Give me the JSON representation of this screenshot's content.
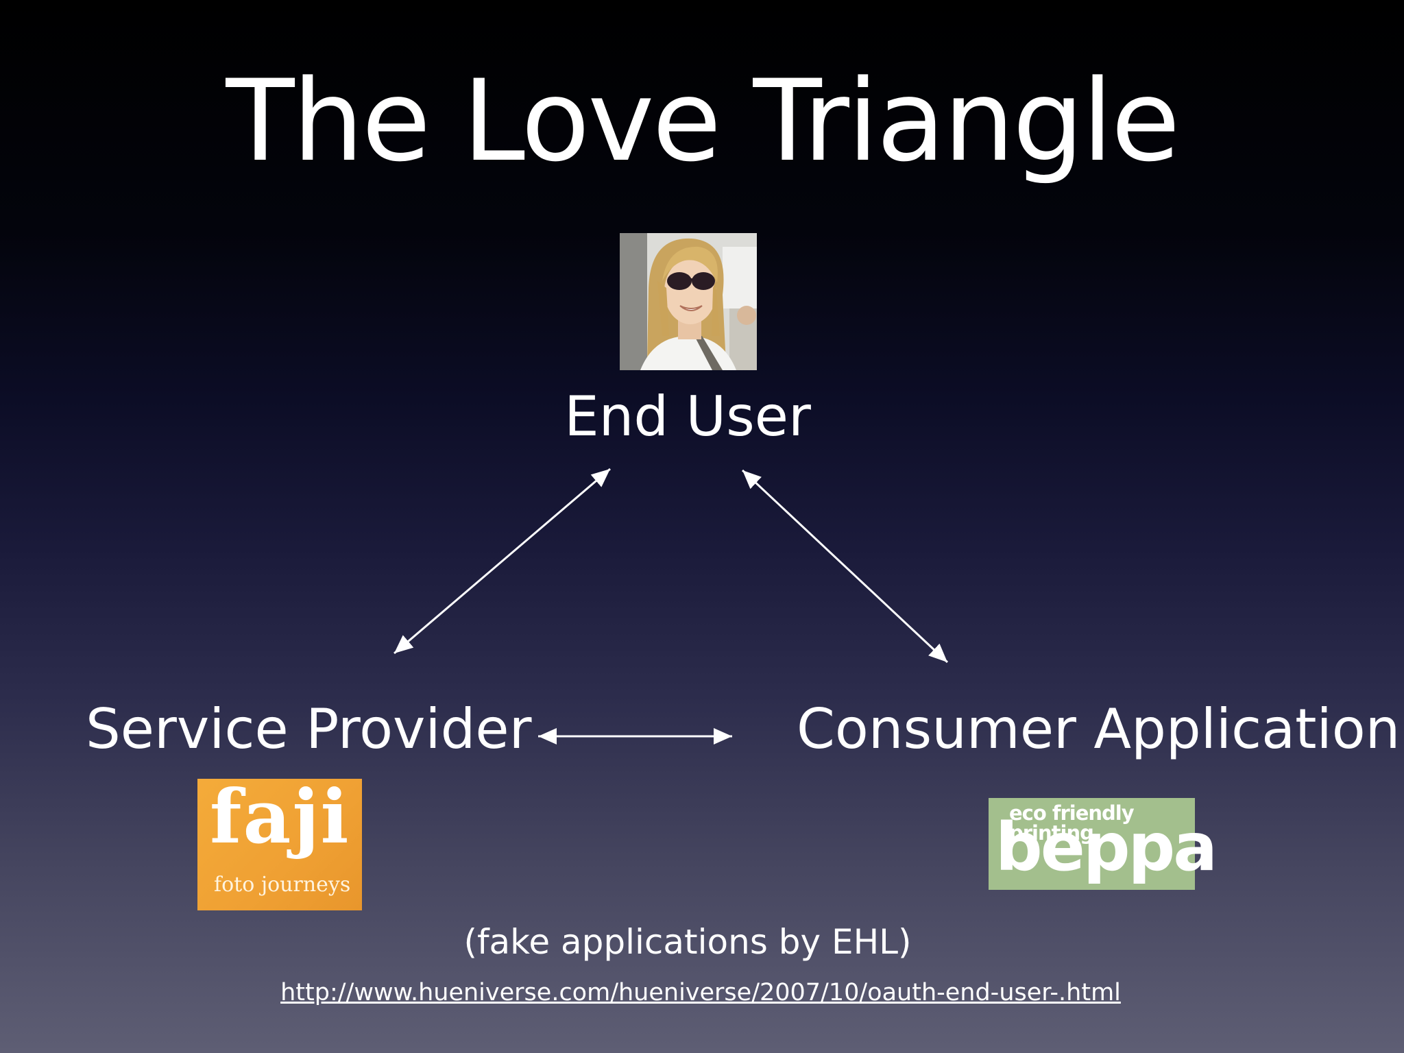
{
  "slide": {
    "title": "The Love Triangle",
    "note": "(fake applications by EHL)",
    "url": "http://www.hueniverse.com/hueniverse/2007/10/oauth-end-user-.html"
  },
  "nodes": {
    "end_user": {
      "label": "End User"
    },
    "service_provider": {
      "label": "Service Provider",
      "logo": {
        "word": "faji",
        "tagline": "foto journeys",
        "color": "#f0a234"
      }
    },
    "consumer_application": {
      "label": "Consumer Application",
      "logo": {
        "word": "beppa",
        "tagline": "eco friendly printing",
        "color": "#a3bf8d"
      }
    }
  },
  "edges": [
    {
      "from": "end_user",
      "to": "service_provider",
      "direction": "bidirectional"
    },
    {
      "from": "end_user",
      "to": "consumer_application",
      "direction": "bidirectional"
    },
    {
      "from": "service_provider",
      "to": "consumer_application",
      "direction": "bidirectional"
    }
  ],
  "colors": {
    "text": "#ffffff",
    "background_top": "#000000",
    "background_bottom": "#5e5e74"
  }
}
